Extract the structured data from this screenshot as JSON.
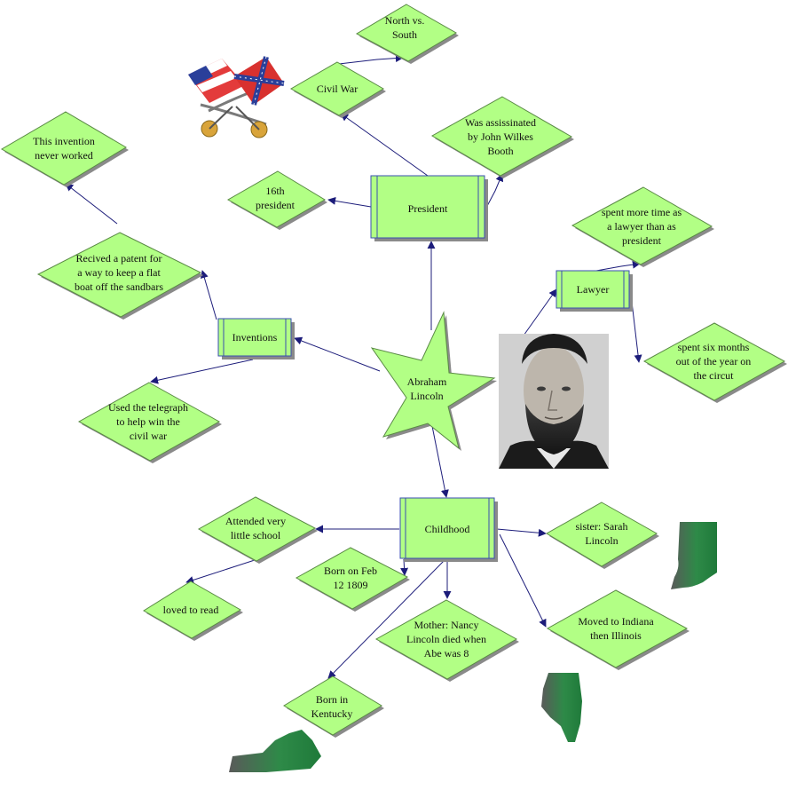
{
  "colors": {
    "node_fill": "#b2ff85",
    "node_stroke": "#5a8a45",
    "edge": "#1c1c7a",
    "shadow": "#8a8a8a",
    "rect_border": "#3a4fb0"
  },
  "nodes": {
    "north_vs_south": [
      "North vs.",
      "South"
    ],
    "civil_war": [
      "Civil War"
    ],
    "assassinated": [
      "Was assissinated",
      "by John Wilkes",
      "Booth"
    ],
    "invention_never_worked": [
      "This invention",
      "never worked"
    ],
    "sixteenth_president": [
      "16th",
      "president"
    ],
    "president": [
      "President"
    ],
    "lawyer_more_time": [
      "spent more time as",
      "a lawyer than as",
      "president"
    ],
    "patent": [
      "Recived a patent for",
      "a way to keep a flat",
      "boat off the sandbars"
    ],
    "lawyer": [
      "Lawyer"
    ],
    "inventions": [
      "Inventions"
    ],
    "six_months": [
      "spent six months",
      "out of the year on",
      "the circut"
    ],
    "abraham_lincoln": [
      "Abraham",
      "Lincoln"
    ],
    "telegraph": [
      "Used the telegraph",
      "to help win the",
      "civil war"
    ],
    "childhood": [
      "Childhood"
    ],
    "little_school": [
      "Attended very",
      "little school"
    ],
    "sister": [
      "sister: Sarah",
      "Lincoln"
    ],
    "born_feb": [
      "Born on Feb",
      "12 1809"
    ],
    "loved_to_read": [
      "loved to read"
    ],
    "mother": [
      "Mother: Nancy",
      "Lincoln died when",
      "Abe was 8"
    ],
    "moved_indiana": [
      "Moved to Indiana",
      "then Illinois"
    ],
    "born_kentucky": [
      "Born in",
      "Kentucky"
    ]
  },
  "images": {
    "portrait": "lincoln-portrait",
    "flags": "crossed-flags-swords",
    "indiana": "indiana-map",
    "illinois": "illinois-map",
    "kentucky": "kentucky-map"
  }
}
